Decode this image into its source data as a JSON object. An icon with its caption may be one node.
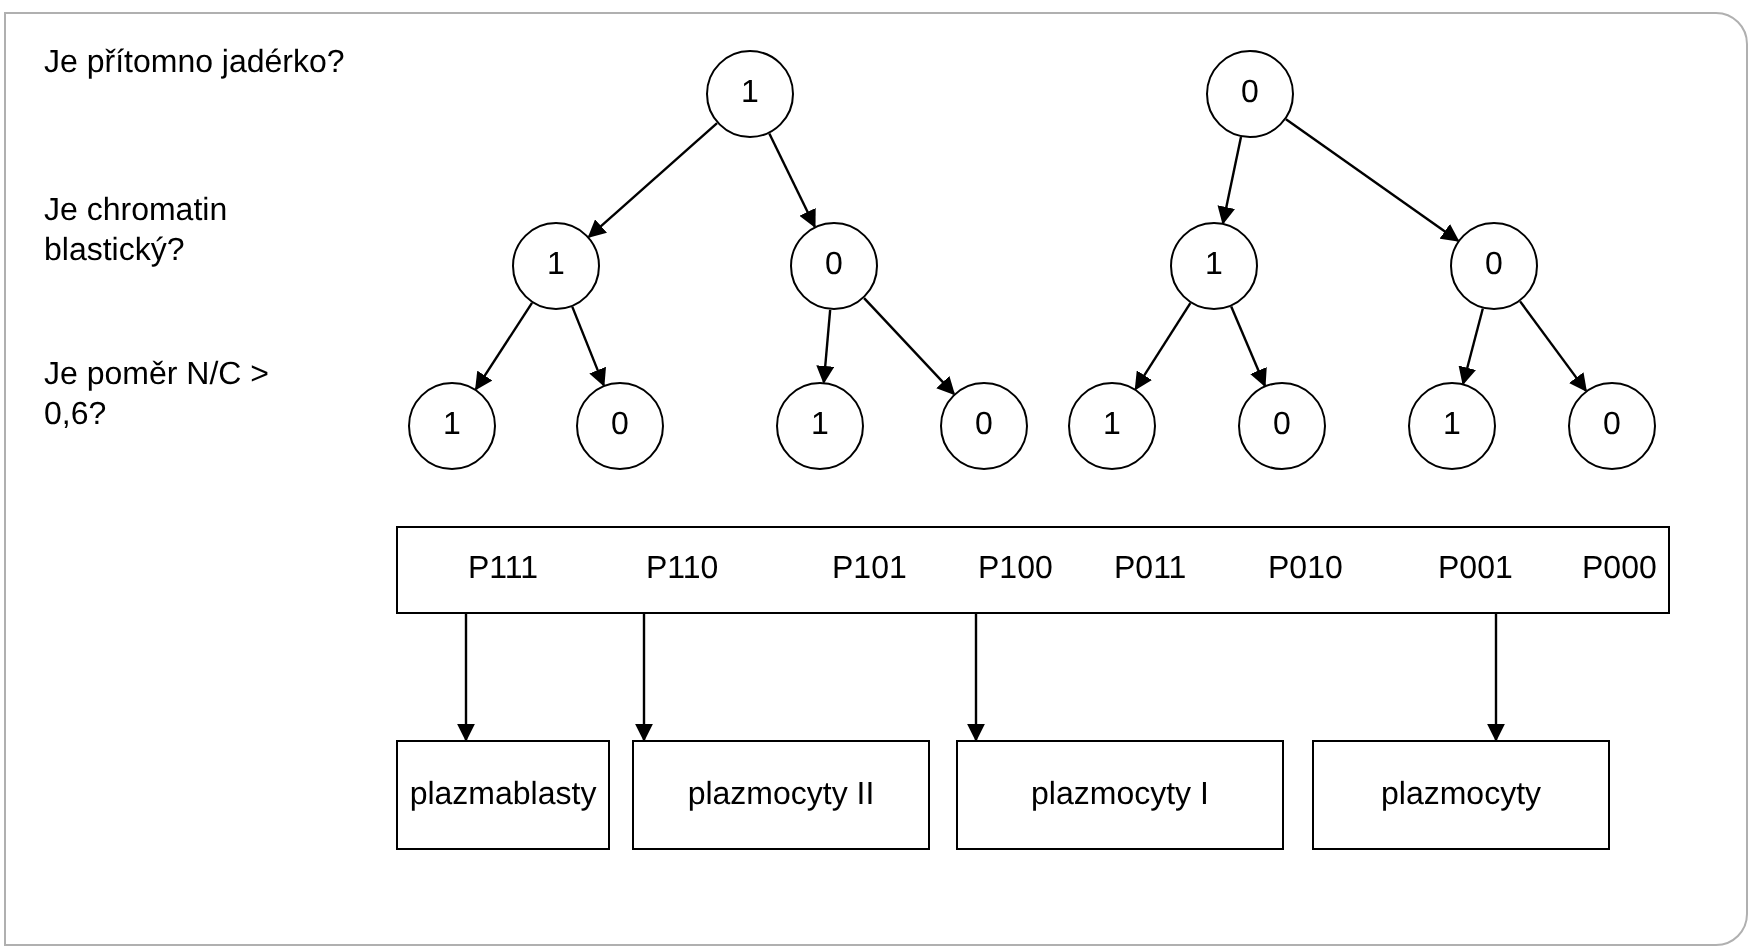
{
  "diagram": {
    "nodes": [
      {
        "text": [
          "1"
        ]
      },
      {
        "text": [
          "0"
        ]
      },
      {
        "text": [
          "1"
        ]
      },
      {
        "text": [
          "0"
        ]
      },
      {
        "text": [
          "1"
        ]
      },
      {
        "text": [
          "0"
        ]
      },
      {
        "text": [
          "1"
        ]
      },
      {
        "text": [
          "0"
        ]
      },
      {
        "text": [
          "1"
        ]
      },
      {
        "text": [
          "0"
        ]
      },
      {
        "text": [
          "1"
        ]
      },
      {
        "text": [
          "0"
        ]
      },
      {
        "text": [
          "1"
        ]
      },
      {
        "text": [
          "0"
        ]
      },
      {
        "text": [
          "P111",
          "P110",
          "P101",
          "P100",
          "P011",
          "P010",
          "P001",
          "P000"
        ]
      },
      {
        "text": [
          "plazmablasty"
        ]
      },
      {
        "text": [
          "plazmocyty II"
        ]
      },
      {
        "text": [
          "plazmocyty I"
        ]
      },
      {
        "text": [
          "plazmocyty"
        ]
      }
    ],
    "edges": [
      {
        "from": 0,
        "to": 2,
        "arrow": "to"
      },
      {
        "from": 0,
        "to": 3,
        "arrow": "to"
      },
      {
        "from": 1,
        "to": 4,
        "arrow": "to"
      },
      {
        "from": 1,
        "to": 5,
        "arrow": "to"
      },
      {
        "from": 2,
        "to": 6,
        "arrow": "to"
      },
      {
        "from": 2,
        "to": 7,
        "arrow": "to"
      },
      {
        "from": 3,
        "to": 8,
        "arrow": "to"
      },
      {
        "from": 3,
        "to": 9,
        "arrow": "to"
      },
      {
        "from": 4,
        "to": 10,
        "arrow": "to"
      },
      {
        "from": 4,
        "to": 11,
        "arrow": "to"
      },
      {
        "from": 5,
        "to": 12,
        "arrow": "to"
      },
      {
        "from": 5,
        "to": 13,
        "arrow": "to"
      },
      {
        "from": 14,
        "to": 15,
        "arrow": "to"
      },
      {
        "from": 14,
        "to": 16,
        "arrow": "to"
      },
      {
        "from": 14,
        "to": 17,
        "arrow": "to"
      },
      {
        "from": 14,
        "to": 18,
        "arrow": "to"
      }
    ],
    "labels": [
      "Je přítomno jadérko?",
      "Je chromatin blastický?",
      "Je poměr N/C > 0,6?"
    ]
  }
}
